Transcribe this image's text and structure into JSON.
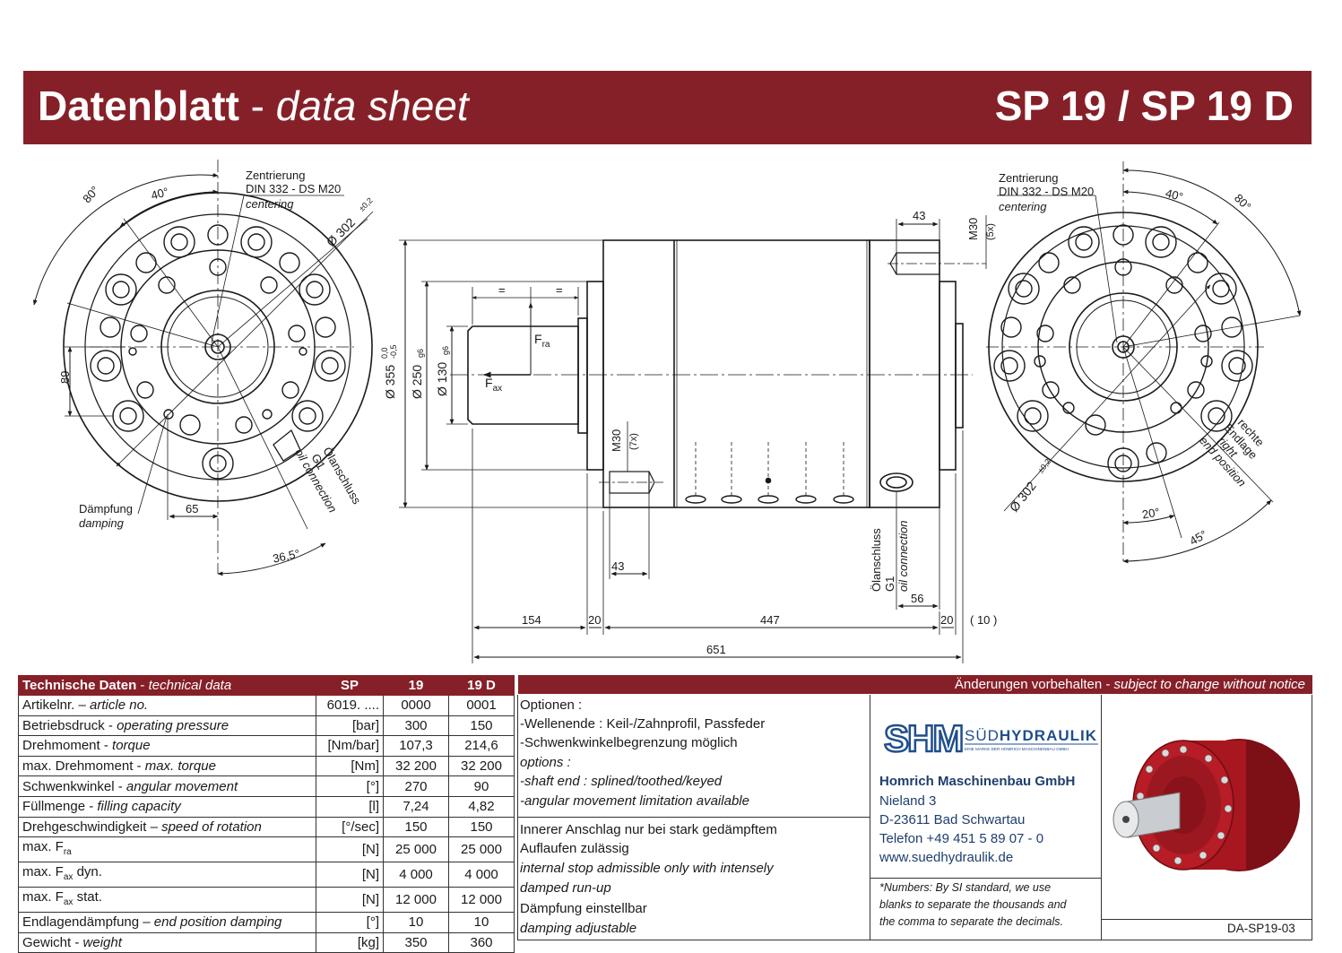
{
  "header": {
    "title_main": "Datenblatt",
    "title_dash": " - ",
    "title_italic": "data sheet",
    "model": "SP 19 / SP 19 D"
  },
  "drawing": {
    "left_view": {
      "centering_de": "Zentrierung",
      "centering_spec": "DIN 332 - DS M20",
      "centering_en": "centering",
      "angle_80": "80°",
      "angle_40": "40°",
      "dia_302": "Ø 302",
      "tol_302": "±0,2",
      "dim_89": "89",
      "dim_65": "65",
      "angle_365": "36,5°",
      "damping_de": "Dämpfung",
      "damping_en": "damping",
      "oil_de": "Ölanschluss",
      "oil_g1": "G1",
      "oil_en": "oil connection"
    },
    "side_view": {
      "dia_355": "Ø 355",
      "tol_355_a": "0,0",
      "tol_355_b": "-0,5",
      "dia_250": "Ø 250",
      "tol_250": "g6",
      "dia_130": "Ø 130",
      "tol_130": "g6",
      "f_ra": "F",
      "f_ra_sub": "ra",
      "f_ax": "F",
      "f_ax_sub": "ax",
      "eq": "=",
      "dim_43_top": "43",
      "m30_5x": "M30",
      "m30_5x_count": "(5x)",
      "m30_7x": "M30",
      "m30_7x_count": "(7x)",
      "dim_43_bottom": "43",
      "oil_de": "Ölanschluss",
      "oil_g1": "G1",
      "oil_en": "oil connection",
      "dim_56": "56",
      "dim_154": "154",
      "dim_20a": "20",
      "dim_447": "447",
      "dim_20b": "20",
      "dim_10": "( 10 )",
      "dim_651": "651"
    },
    "right_view": {
      "centering_de": "Zentrierung",
      "centering_spec": "DIN 332 - DS M20",
      "centering_en": "centering",
      "angle_40": "40°",
      "angle_80": "80°",
      "dia_302": "Ø 302",
      "tol_302": "±0,2",
      "angle_20": "20°",
      "angle_45": "45°",
      "endpos_de1": "rechte",
      "endpos_de2": "Endlage",
      "endpos_en1": "right",
      "endpos_en2": "end position"
    }
  },
  "table": {
    "head": {
      "label": "Technische Daten",
      "label_en": "technical data",
      "sp": "SP",
      "c19": "19",
      "c19d": "19 D"
    },
    "rows": [
      {
        "de": "Artikelnr.",
        "en": "article no.",
        "sep": " – ",
        "unit": "6019. ....",
        "v1": "0000",
        "v2": "0001"
      },
      {
        "de": "Betriebsdruck",
        "en": "operating pressure",
        "sep": " - ",
        "unit": "[bar]",
        "v1": "300",
        "v2": "150"
      },
      {
        "de": "Drehmoment",
        "en": "torque",
        "sep": " - ",
        "unit": "[Nm/bar]",
        "v1": "107,3",
        "v2": "214,6"
      },
      {
        "de": "max. Drehmoment",
        "en": "max. torque",
        "sep": " - ",
        "unit": "[Nm]",
        "v1": "32 200",
        "v2": "32 200"
      },
      {
        "de": "Schwenkwinkel",
        "en": "angular movement",
        "sep": " - ",
        "unit": "[°]",
        "v1": "270",
        "v2": "90"
      },
      {
        "de": "Füllmenge",
        "en": "filling capacity",
        "sep": " - ",
        "unit": "[l]",
        "v1": "7,24",
        "v2": "4,82"
      },
      {
        "de": "Drehgeschwindigkeit",
        "en": "speed of rotation",
        "sep": " – ",
        "unit": "[°/sec]",
        "v1": "150",
        "v2": "150"
      },
      {
        "de": "max. F",
        "sub": "ra",
        "after": "",
        "en": "",
        "sep": "",
        "unit": "[N]",
        "v1": "25 000",
        "v2": "25 000"
      },
      {
        "de": "max. F",
        "sub": "ax",
        "after": " dyn.",
        "en": "",
        "sep": "",
        "unit": "[N]",
        "v1": "4 000",
        "v2": "4 000"
      },
      {
        "de": "max. F",
        "sub": "ax",
        "after": " stat.",
        "en": "",
        "sep": "",
        "unit": "[N]",
        "v1": "12 000",
        "v2": "12 000"
      },
      {
        "de": "Endlagendämpfung",
        "en": "end position damping",
        "sep": " – ",
        "unit": "[°]",
        "v1": "10",
        "v2": "10"
      },
      {
        "de": "Gewicht",
        "en": "weight",
        "sep": " - ",
        "unit": "[kg]",
        "v1": "350",
        "v2": "360"
      }
    ]
  },
  "notice": {
    "de": "Änderungen vorbehalten",
    "sep": " - ",
    "en": "subject to change without notice"
  },
  "options": {
    "l1": "Optionen :",
    "l2": "-Wellenende : Keil-/Zahnprofil, Passfeder",
    "l3": "-Schwenkwinkelbegrenzung möglich",
    "l4": "options :",
    "l5": "-shaft end : splined/toothed/keyed",
    "l6": "-angular movement limitation available",
    "l7": "Innerer Anschlag nur bei stark gedämpftem",
    "l8": "Auflaufen zulässig",
    "l9": "internal stop admissible only with intensely",
    "l10": "damped run-up",
    "l11": "Dämpfung einstellbar",
    "l12": "damping adjustable"
  },
  "company": {
    "logo_letters": "SHM",
    "logo_name_a": "SÜD",
    "logo_name_b": "HYDRAULIK",
    "logo_tagline": "EINE MARKE DER HOMRICH MASCHINENBAU GMBH",
    "name": "Homrich Maschinenbau GmbH",
    "street": "Nieland 3",
    "city": "D-23611 Bad Schwartau",
    "phone": "Telefon +49 451 5 89 07 - 0",
    "web": "www.suedhydraulik.de",
    "note1": "*Numbers: By SI standard, we use",
    "note2": "blanks to separate the thousands and",
    "note3": "the comma to separate the decimals."
  },
  "doc_id": "DA-SP19-03",
  "colors": {
    "brand": "#862028",
    "actuator_red": "#a8161f"
  }
}
